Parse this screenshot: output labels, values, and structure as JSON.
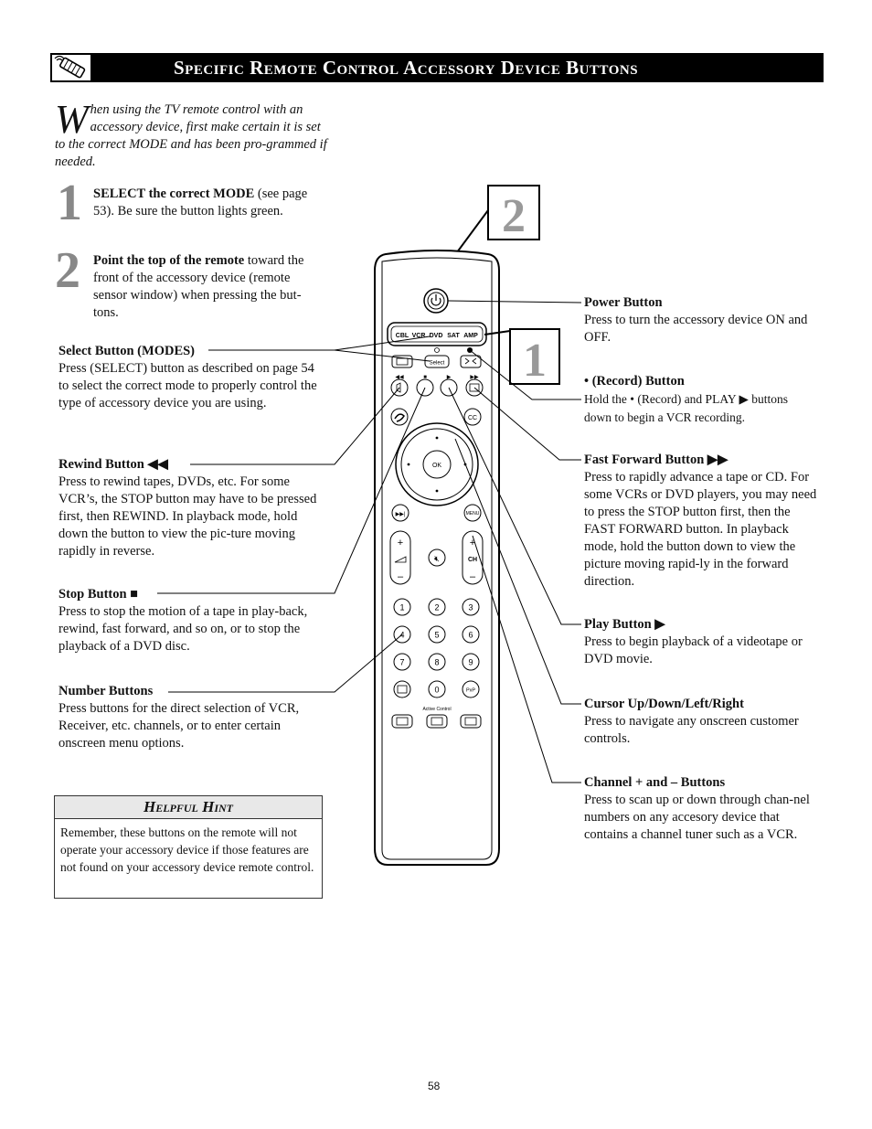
{
  "header": {
    "title": "Specific Remote Control Accessory Device Buttons"
  },
  "intro": {
    "dropcap": "W",
    "text": "hen using the TV remote control with an accessory device, first make certain it is set to the correct MODE and has been pro-grammed if needed."
  },
  "steps": [
    {
      "number": "1",
      "bold": "SELECT the correct MODE",
      "text": " (see page 53). Be sure the button lights green."
    },
    {
      "number": "2",
      "bold": "Point the top of the remote",
      "text": " toward the front of the accessory device (remote sensor window) when pressing the but-tons."
    }
  ],
  "left_labels": {
    "select": {
      "title": "Select Button (MODES)",
      "body": "Press (SELECT) button as described on page 54 to select the correct mode to properly control the type of accessory device you are using."
    },
    "rewind": {
      "title": "Rewind Button ◀◀",
      "body": "Press to rewind tapes, DVDs, etc. For some VCR’s, the STOP button may have to be pressed first, then REWIND. In playback mode, hold down the button to view the pic-ture moving rapidly in reverse."
    },
    "stop": {
      "title": "Stop Button ■",
      "body": "Press to stop the motion of a tape in play-back, rewind, fast forward, and so on, or to stop the playback of a DVD disc."
    },
    "number": {
      "title": "Number Buttons",
      "body": "Press buttons for the direct selection of VCR, Receiver, etc. channels, or to enter certain onscreen menu options."
    }
  },
  "right_labels": {
    "power": {
      "title": "Power Button",
      "body": "Press to turn the accessory device ON and OFF."
    },
    "record": {
      "title": "• (Record) Button",
      "body": "Hold the • (Record) and PLAY ▶ buttons down to begin a VCR recording."
    },
    "ff": {
      "title": "Fast Forward Button ▶▶",
      "body": "Press to rapidly advance a tape or CD. For some VCRs or DVD players, you may need to press the STOP button first, then the FAST FORWARD button. In playback mode, hold the button down to view the picture moving rapid-ly in the forward direction."
    },
    "play": {
      "title": "Play Button ▶",
      "body": "Press to begin playback of a videotape or DVD movie."
    },
    "cursor": {
      "title": "Cursor Up/Down/Left/Right",
      "body": "Press to navigate any onscreen customer controls."
    },
    "channel": {
      "title": "Channel + and – Buttons",
      "body": "Press to scan up or down through chan-nel numbers on any accesory device that contains a channel tuner such as a VCR."
    }
  },
  "hint": {
    "title": "Helpful Hint",
    "body": "Remember, these buttons on the remote will not operate your accessory device if those features are not found on your accessory device remote control."
  },
  "remote": {
    "modes": [
      "CBL",
      "VCR",
      "DVD",
      "SAT",
      "AMP"
    ],
    "select_label": "Select",
    "ok_label": "OK",
    "menu_label": "MENU",
    "cc_label": "CC",
    "ch_label": "CH",
    "pip_label": "PxP",
    "active_control": "Active Control",
    "digits": [
      "1",
      "2",
      "3",
      "4",
      "5",
      "6",
      "7",
      "8",
      "9",
      "0"
    ],
    "callout_1": "1",
    "callout_2": "2"
  },
  "page_number": "58"
}
